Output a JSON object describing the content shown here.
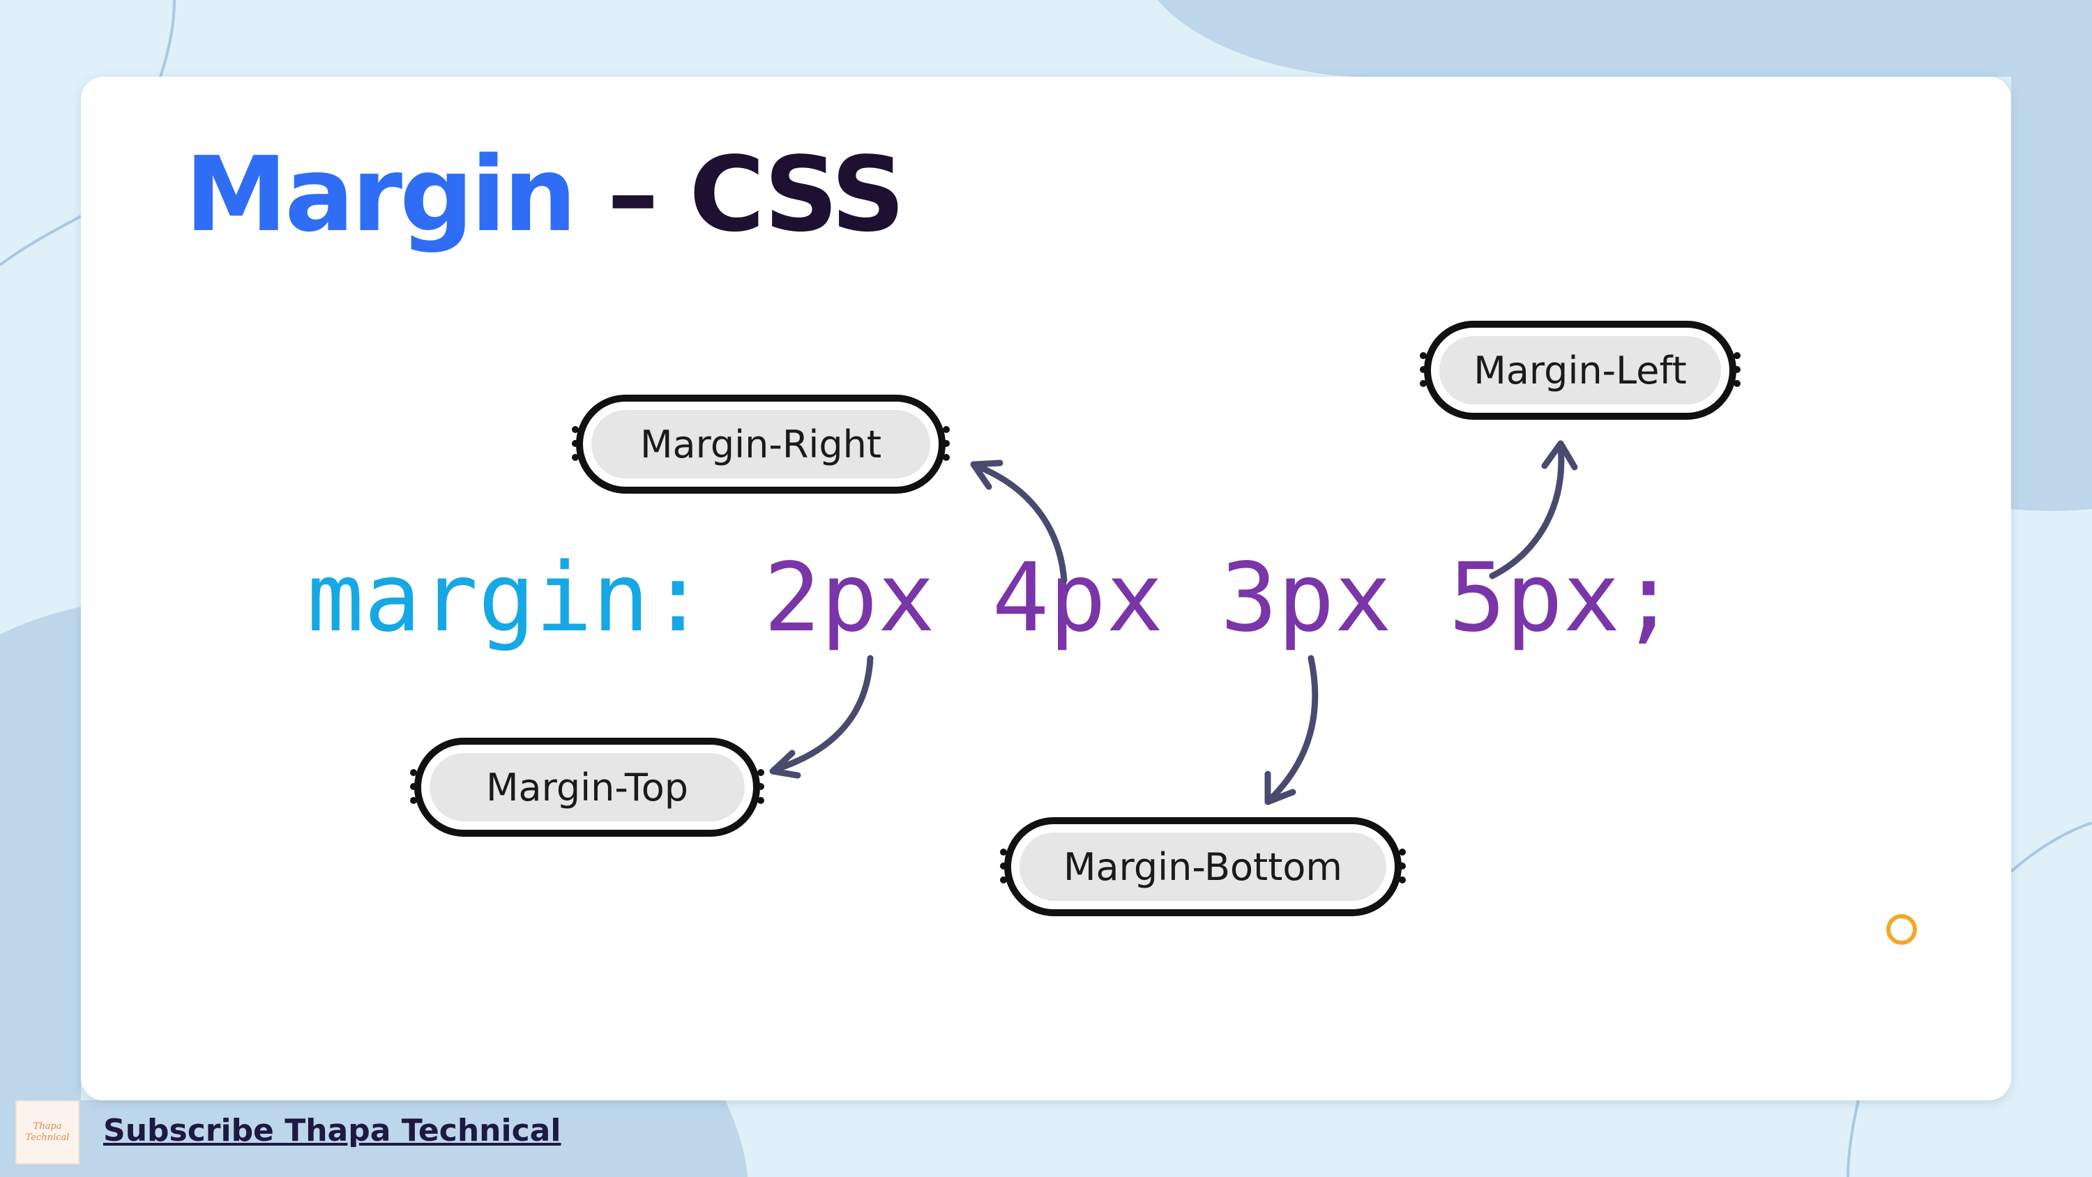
{
  "slide": {
    "title_main": "Margin",
    "title_separator": "–",
    "title_sub": "CSS",
    "code_property": "margin:",
    "code_values": "2px 4px 3px 5px;"
  },
  "labels": {
    "top": "Margin-Top",
    "right": "Margin-Right",
    "bottom": "Margin-Bottom",
    "left": "Margin-Left"
  },
  "footer": {
    "logo_text_1": "Thapa",
    "logo_text_2": "Technical",
    "subscribe_text": "Subscribe Thapa Technical"
  },
  "colors": {
    "title_blue": "#2f6df5",
    "title_dark": "#1e1030",
    "code_property": "#16a8e4",
    "code_values": "#7a35a8",
    "arrow": "#4a4a6e",
    "accent_circle": "#f5a623"
  },
  "icons": {
    "decor": "orange-ring-icon",
    "logo": "thapa-technical-logo-icon",
    "arrows": "curved-arrow-icon"
  }
}
